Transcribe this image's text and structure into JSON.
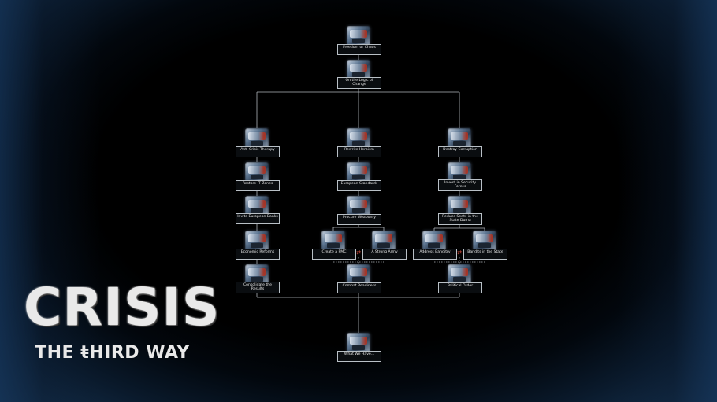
{
  "game": {
    "logo_title": "CRISIS",
    "logo_subtitle": "THE ŧHIRD WAY"
  },
  "colors": {
    "line": "#b0b6bc",
    "label_border": "#b9c0c6",
    "mutex": "#c9473a",
    "edge_glow": "#163352"
  },
  "focuses": [
    {
      "id": "freedom",
      "label": "Freedom or Chaos"
    },
    {
      "id": "logic",
      "label": "On the Logic of Change"
    },
    {
      "id": "anticrisis",
      "label": "Anti-Crisis Therapy"
    },
    {
      "id": "rewrite",
      "label": "Rewrite Heroism"
    },
    {
      "id": "destroy",
      "label": "Destroy Corruption"
    },
    {
      "id": "restore",
      "label": "Restore IT Zones"
    },
    {
      "id": "eurostd",
      "label": "European Standards"
    },
    {
      "id": "security",
      "label": "Invest in Security Forces"
    },
    {
      "id": "invite",
      "label": "Invite European Banks"
    },
    {
      "id": "weaponry",
      "label": "Procure Weaponry"
    },
    {
      "id": "reduce",
      "label": "Reduce Seats in the State Duma"
    },
    {
      "id": "reforms",
      "label": "Economic Reforms"
    },
    {
      "id": "pmc",
      "label": "Create a PMC"
    },
    {
      "id": "army",
      "label": "A Strong Army"
    },
    {
      "id": "banditry",
      "label": "Address Banditry"
    },
    {
      "id": "bandits",
      "label": "Bandits in the State"
    },
    {
      "id": "consolidate",
      "label": "Consolidate the Results"
    },
    {
      "id": "combat",
      "label": "Combat Readiness"
    },
    {
      "id": "order",
      "label": "Political Order"
    },
    {
      "id": "whatwehave",
      "label": "What We Have..."
    }
  ]
}
